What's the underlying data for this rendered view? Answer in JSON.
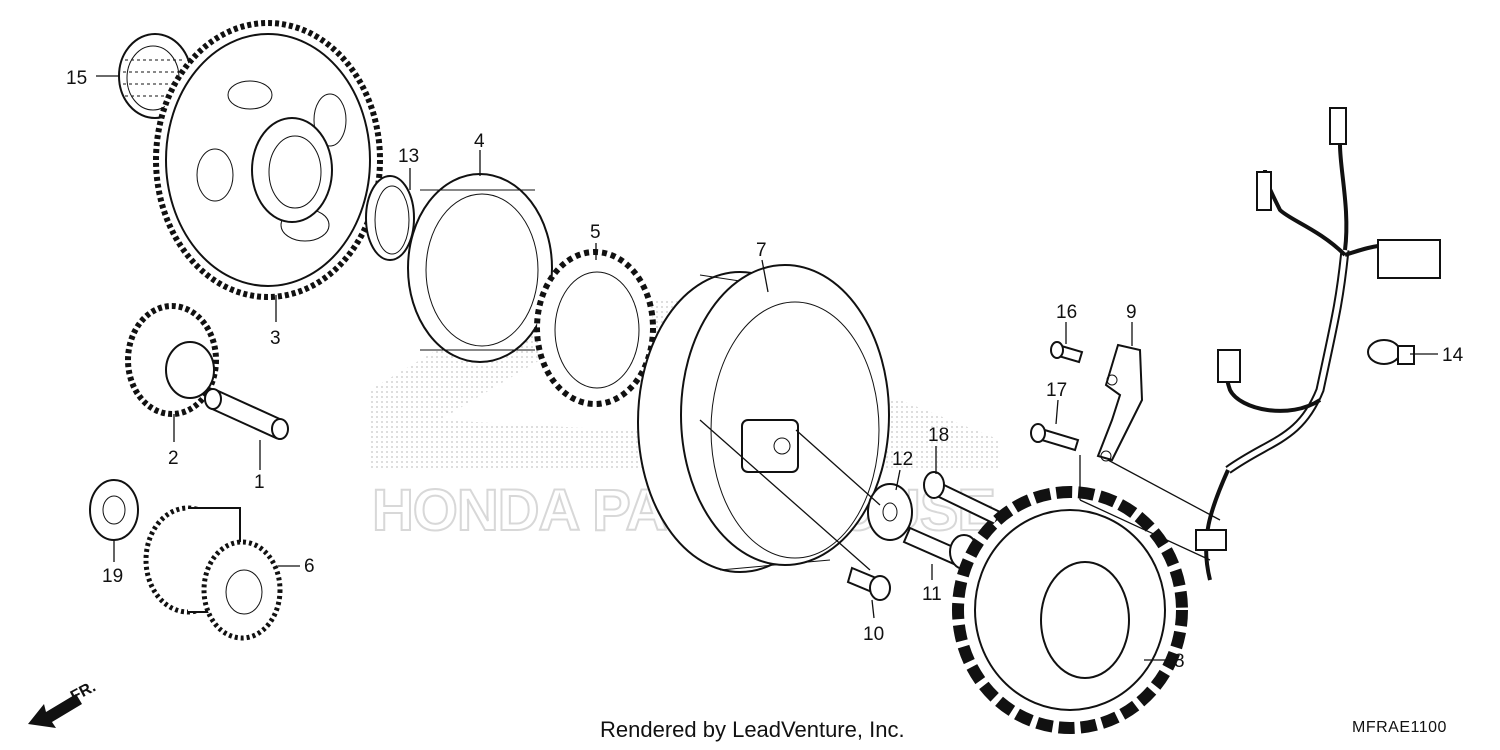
{
  "diagram": {
    "callouts": [
      {
        "id": "1",
        "text": "1"
      },
      {
        "id": "2",
        "text": "2"
      },
      {
        "id": "3",
        "text": "3"
      },
      {
        "id": "4",
        "text": "4"
      },
      {
        "id": "5",
        "text": "5"
      },
      {
        "id": "6",
        "text": "6"
      },
      {
        "id": "7",
        "text": "7"
      },
      {
        "id": "8",
        "text": "8"
      },
      {
        "id": "9",
        "text": "9"
      },
      {
        "id": "10",
        "text": "10"
      },
      {
        "id": "11",
        "text": "11"
      },
      {
        "id": "12",
        "text": "12"
      },
      {
        "id": "13",
        "text": "13"
      },
      {
        "id": "14",
        "text": "14"
      },
      {
        "id": "15",
        "text": "15"
      },
      {
        "id": "16",
        "text": "16"
      },
      {
        "id": "17",
        "text": "17"
      },
      {
        "id": "18",
        "text": "18"
      },
      {
        "id": "19",
        "text": "19"
      }
    ],
    "direction_label": "FR.",
    "watermark_text": "HONDA PARTS HOUSE"
  },
  "footer": {
    "credit": "Rendered by LeadVenture, Inc.",
    "diagram_code": "MFRAE1100"
  },
  "colors": {
    "ink": "#111111",
    "watermark": "#cfcfcf",
    "background": "#ffffff"
  }
}
